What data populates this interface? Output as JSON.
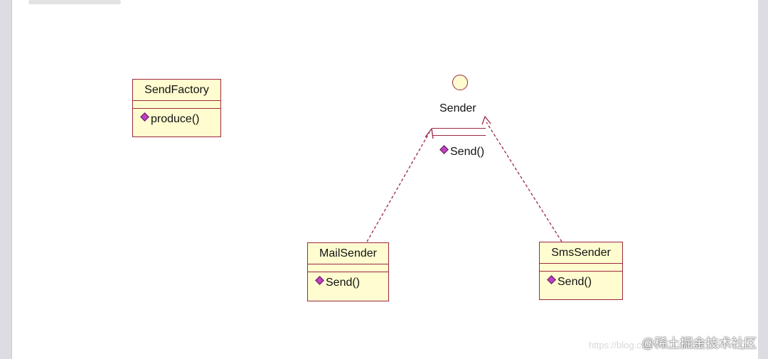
{
  "diagram": {
    "classes": {
      "send_factory": {
        "name": "SendFactory",
        "operation": "produce()"
      },
      "mail_sender": {
        "name": "MailSender",
        "operation": "Send()"
      },
      "sms_sender": {
        "name": "SmsSender",
        "operation": "Send()"
      }
    },
    "interface": {
      "name": "Sender",
      "operation": "Send()"
    }
  },
  "colors": {
    "class_fill": "#fffdd0",
    "class_border": "#9b2741",
    "operation_icon": "#c03fc0",
    "canvas": "#ffffff"
  },
  "icons": {
    "operation": "operation-diamond-icon",
    "interface": "interface-lollipop-icon"
  },
  "watermark": {
    "text": "@稀土掘金技术社区",
    "url": "https://blog.csdn.net/u013487085/blog"
  }
}
